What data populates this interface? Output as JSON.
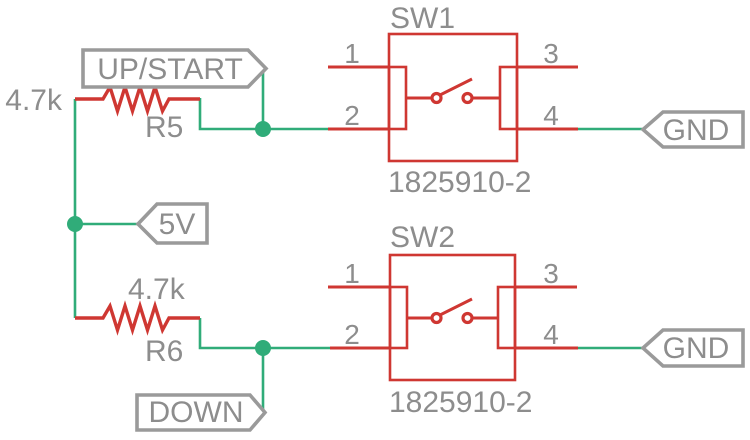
{
  "colors": {
    "wire_green": "#30ac79",
    "symbol_red": "#cf3732",
    "flag_gray": "#9a9a9a",
    "label_gray": "#8d8d8d"
  },
  "nets": {
    "up_start": "UP/START",
    "five_v": "5V",
    "down": "DOWN",
    "gnd_top": "GND",
    "gnd_bottom": "GND"
  },
  "resistors": {
    "r5": {
      "ref": "R5",
      "value": "4.7k"
    },
    "r6": {
      "ref": "R6",
      "value": "4.7k"
    }
  },
  "switches": {
    "sw1": {
      "ref": "SW1",
      "part": "1825910-2",
      "pins": [
        "1",
        "2",
        "3",
        "4"
      ]
    },
    "sw2": {
      "ref": "SW2",
      "part": "1825910-2",
      "pins": [
        "1",
        "2",
        "3",
        "4"
      ]
    }
  }
}
